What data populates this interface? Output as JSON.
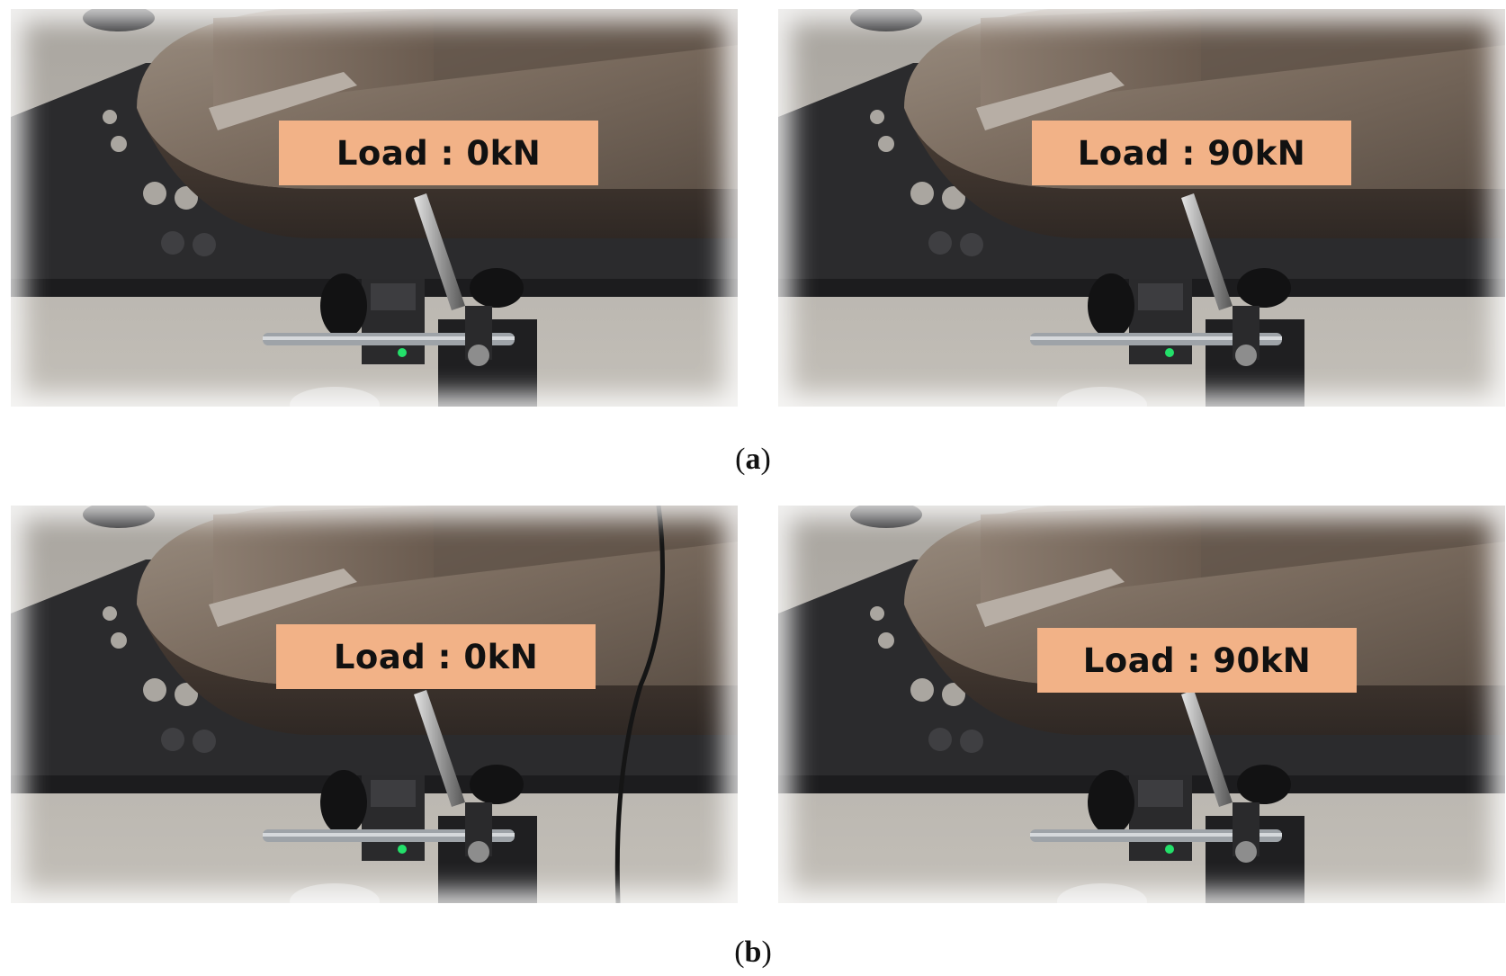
{
  "panels": [
    {
      "label": "Load : 0kN"
    },
    {
      "label": "Load : 90kN"
    },
    {
      "label": "Load : 0kN"
    },
    {
      "label": "Load : 90kN"
    }
  ],
  "captions": {
    "a": "a",
    "b": "b"
  },
  "colors": {
    "label_fill": "#f2b287",
    "arrow": "#f2a876",
    "steel": "#6e5f52",
    "base_plate": "#2b2b2d",
    "floor": "#b9b5ae"
  }
}
